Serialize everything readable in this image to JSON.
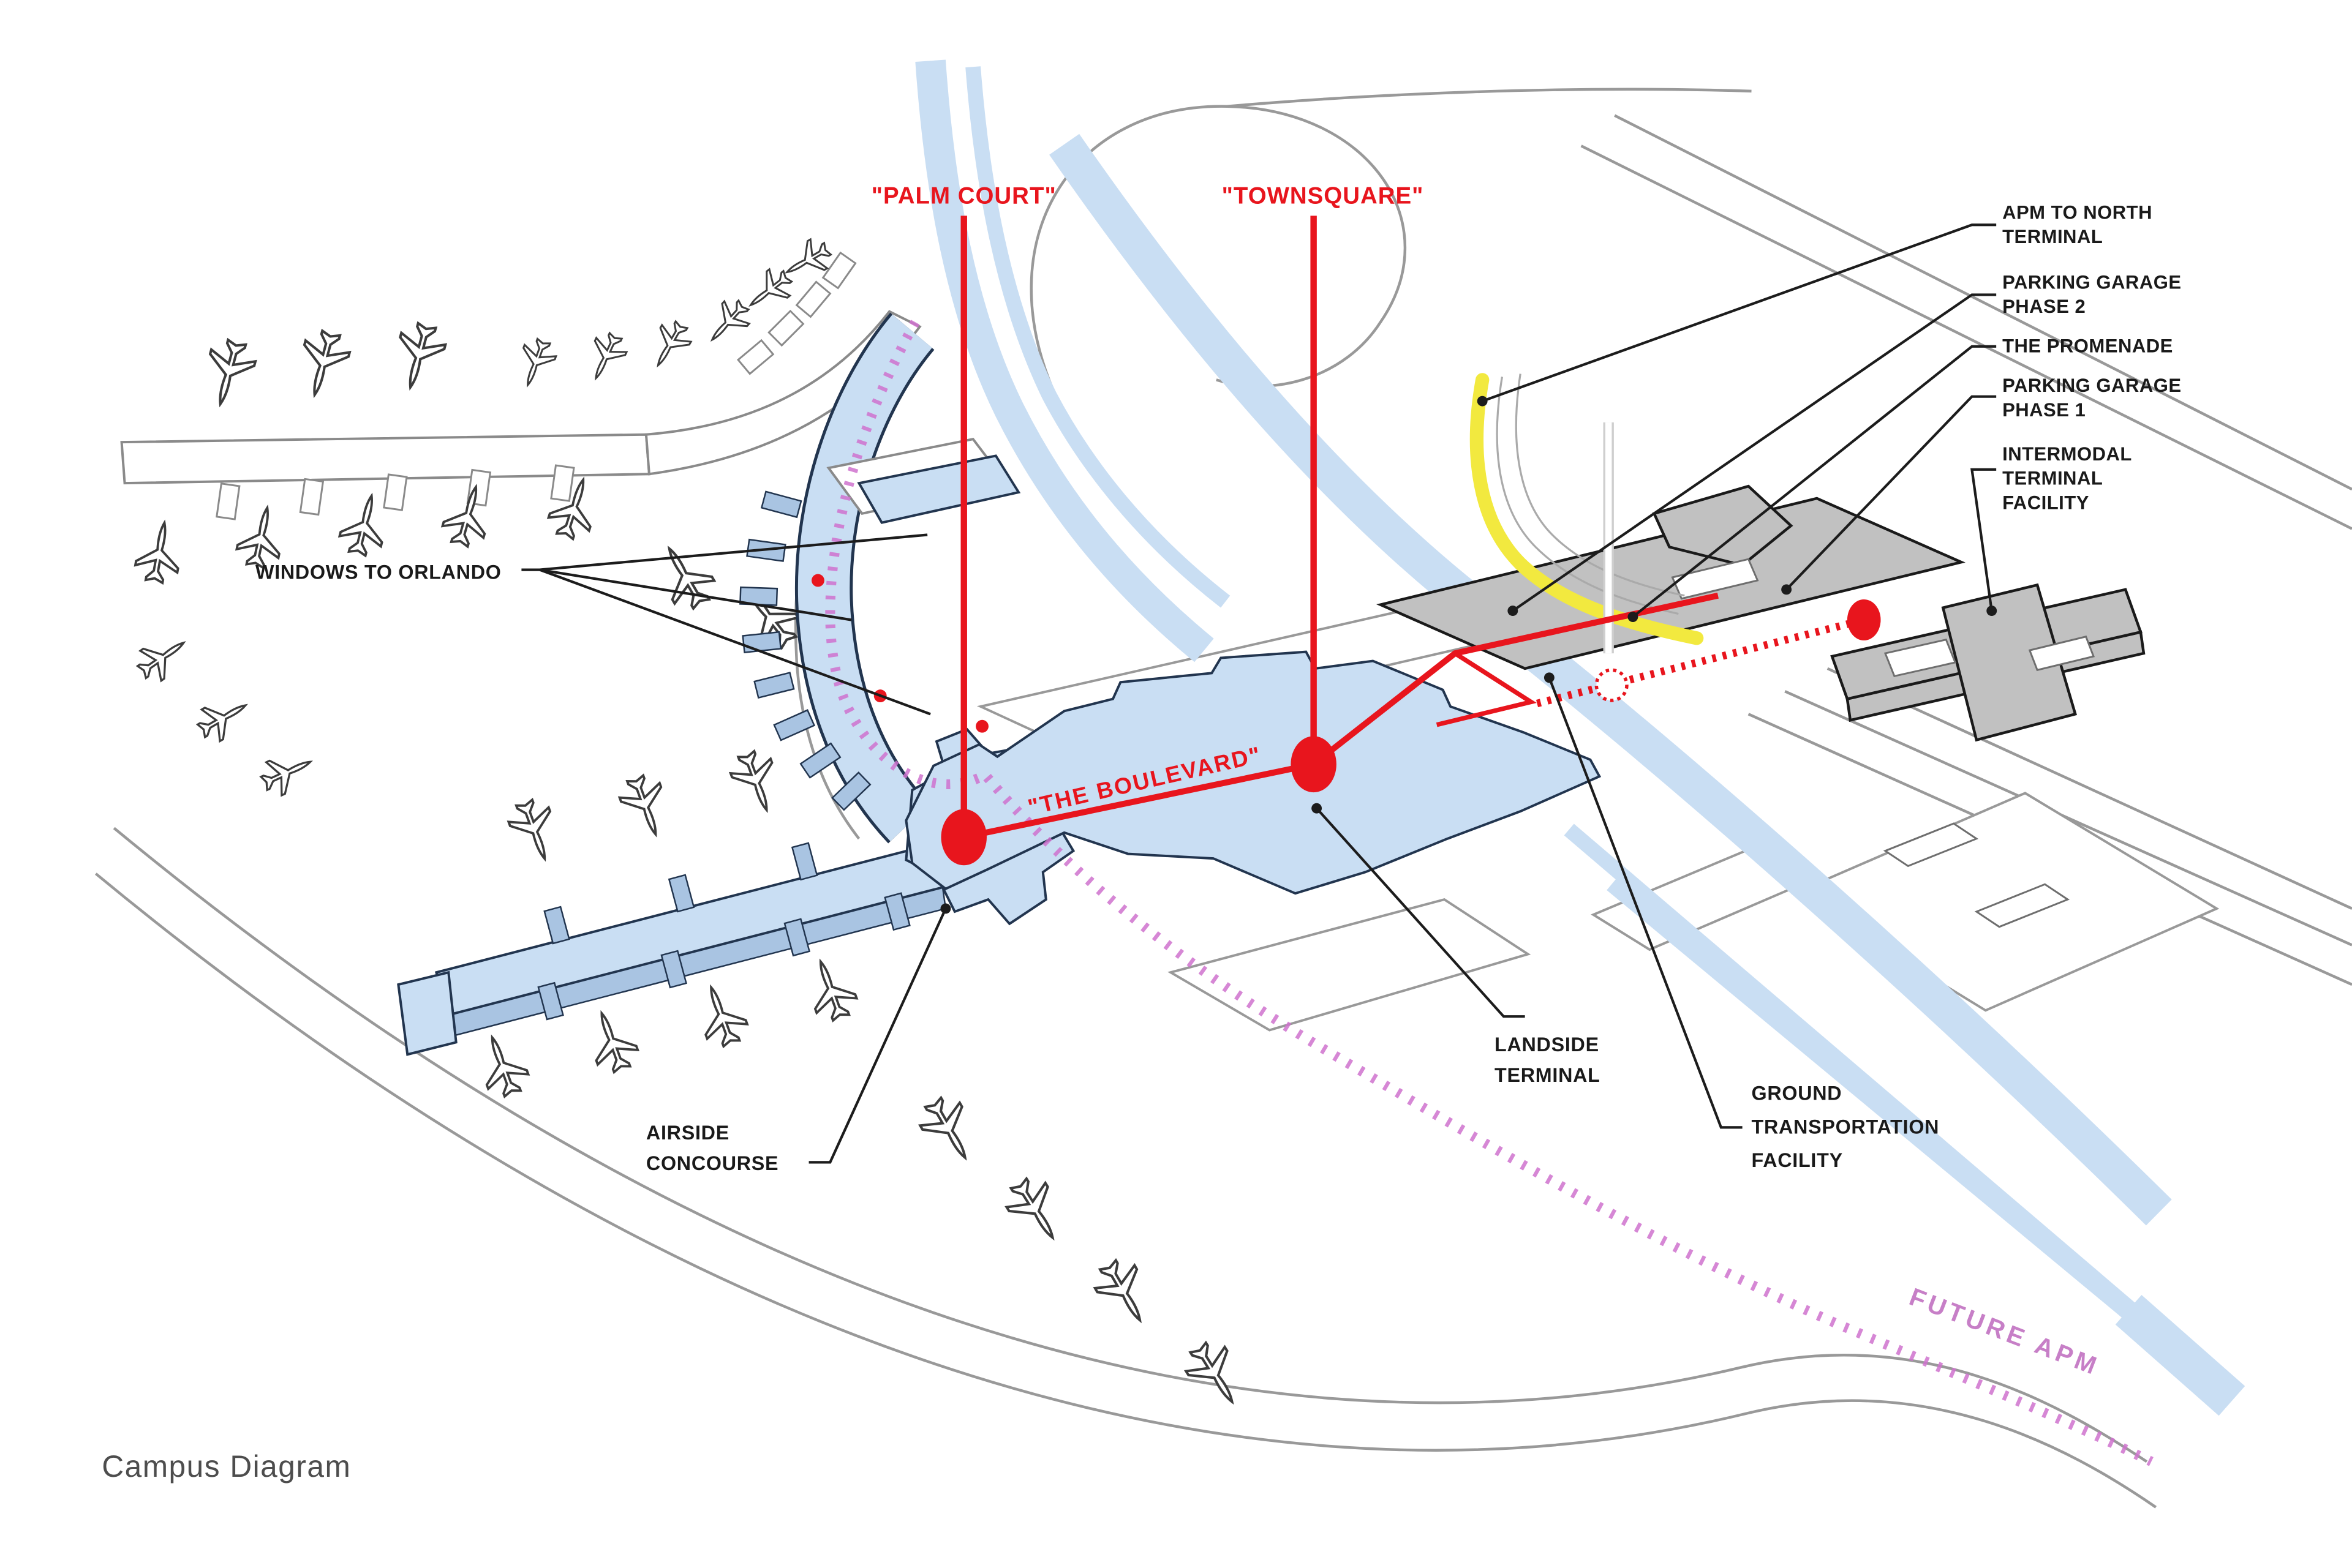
{
  "title": "Campus Diagram",
  "red_markers": {
    "palm_court": "\"PALM COURT\"",
    "townsquare": "\"TOWNSQUARE\"",
    "boulevard": "\"THE BOULEVARD\""
  },
  "callouts": {
    "windows_to_orlando": {
      "lines": [
        "WINDOWS TO ORLANDO"
      ]
    },
    "apm_to_north_terminal": {
      "lines": [
        "APM TO NORTH",
        "TERMINAL"
      ]
    },
    "parking_garage_phase_2": {
      "lines": [
        "PARKING GARAGE",
        "PHASE 2"
      ]
    },
    "the_promenade": {
      "lines": [
        "THE PROMENADE"
      ]
    },
    "parking_garage_phase_1": {
      "lines": [
        "PARKING GARAGE",
        "PHASE 1"
      ]
    },
    "intermodal_terminal_facility": {
      "lines": [
        "INTERMODAL",
        "TERMINAL",
        "FACILITY"
      ]
    },
    "airside_concourse": {
      "lines": [
        "AIRSIDE",
        "CONCOURSE"
      ]
    },
    "landside_terminal": {
      "lines": [
        "LANDSIDE",
        "TERMINAL"
      ]
    },
    "ground_transportation_facility": {
      "lines": [
        "GROUND",
        "TRANSPORTATION",
        "FACILITY"
      ]
    },
    "future_apm": {
      "lines": [
        "FUTURE APM"
      ]
    }
  },
  "colors": {
    "accent_red": "#e8151d",
    "terminal_blue": "#c9def3",
    "terminal_blue_side": "#a9c4e2",
    "terminal_outline": "#22354f",
    "garage_gray": "#c1c1c1",
    "promenade_yellow": "#f2e93f",
    "future_apm_pink": "#cf72ce",
    "future_apm_text": "#c77fc7",
    "label_black": "#1a1a1a",
    "title_gray": "#4d4d4d",
    "road_gray": "#999999"
  }
}
